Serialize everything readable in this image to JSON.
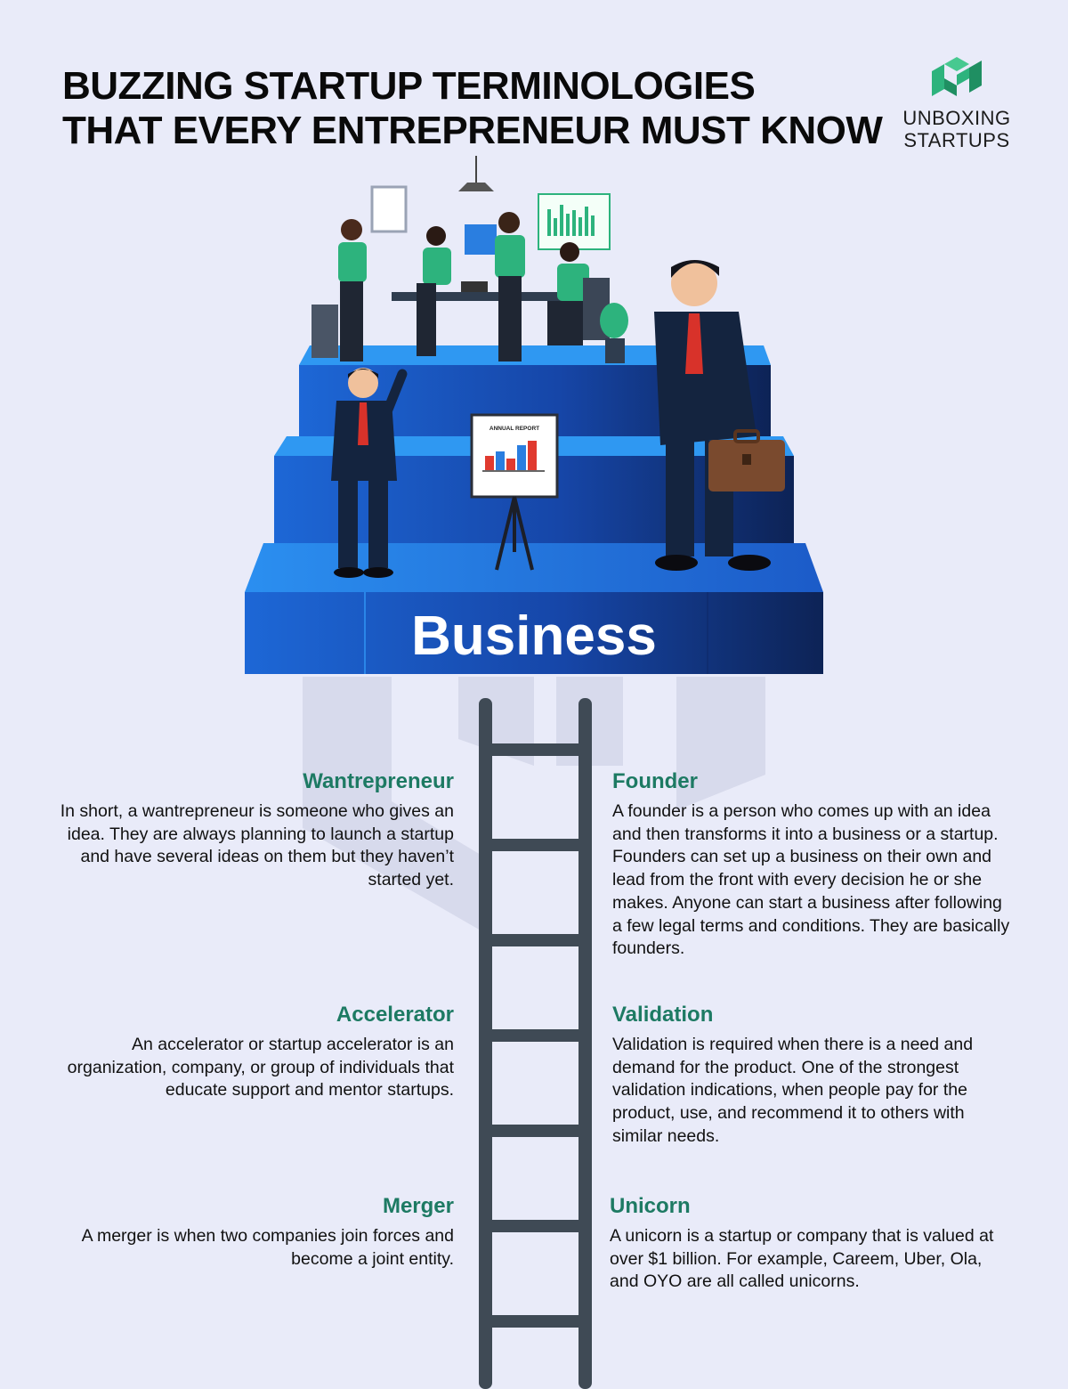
{
  "header": {
    "title_line1": "BUZZING STARTUP TERMINOLOGIES",
    "title_line2": "THAT EVERY ENTREPRENEUR MUST KNOW"
  },
  "brand": {
    "line1": "UNBOXING",
    "line2": "STARTUPS",
    "color": "#2db37d"
  },
  "illustration": {
    "platform_label": "Business",
    "board_label": "ANNUAL REPORT",
    "stair_color": "#1a5fd0",
    "ladder_color": "#3f4a55",
    "icons": [
      "office-team-icon",
      "businessman-icon",
      "briefcase-icon",
      "easel-chart-icon",
      "ladder-icon"
    ]
  },
  "terms": [
    {
      "title": "Wantrepreneur",
      "text": "In short, a wantrepreneur is someone who gives an idea. They are always planning to launch a startup and have several ideas on them but they haven’t started yet."
    },
    {
      "title": "Founder",
      "text": "A founder is a person who comes up with an idea and then transforms it into a business or a startup. Founders can set up a business on their own and lead from the front with every decision he or she makes. Anyone can start a business after following a few legal terms and conditions. They are basically founders."
    },
    {
      "title": "Accelerator",
      "text": "An accelerator or startup accelerator is an organization, company, or group of individuals that educate support and mentor startups."
    },
    {
      "title": "Validation",
      "text": "Validation is required when there is a need and demand for the product. One of the strongest validation indications, when people pay for the product, use, and recommend it to others with similar needs."
    },
    {
      "title": "Merger",
      "text": "A merger is when two companies join forces and become a joint entity."
    },
    {
      "title": "Unicorn",
      "text": "A unicorn is a startup or company that is valued at over $1 billion. For example, Careem, Uber, Ola, and OYO are all called unicorns."
    }
  ]
}
